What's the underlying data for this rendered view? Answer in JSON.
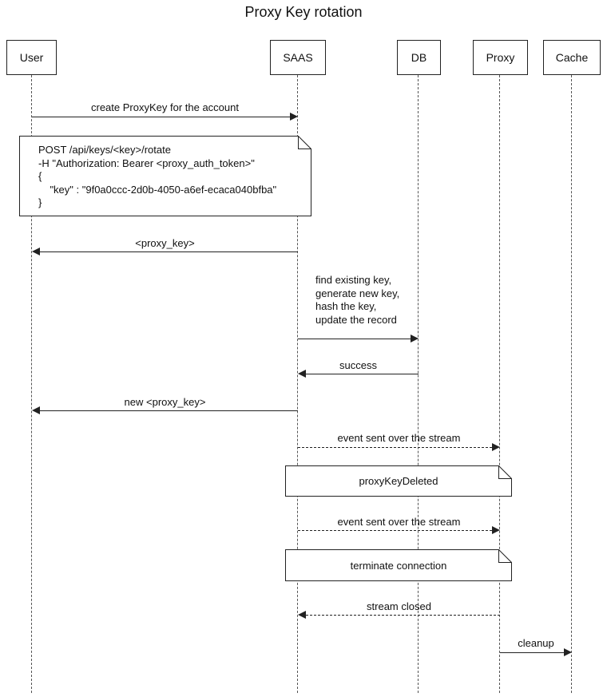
{
  "title": "Proxy Key rotation",
  "colors": {
    "line": "#222222",
    "background": "#ffffff",
    "text": "#111111"
  },
  "actors": [
    {
      "label": "User"
    },
    {
      "label": "SAAS"
    },
    {
      "label": "DB"
    },
    {
      "label": "Proxy"
    },
    {
      "label": "Cache"
    }
  ],
  "messages": [
    {
      "label": "create ProxyKey for the account",
      "from": "User",
      "to": "SAAS",
      "line": "solid"
    },
    {
      "label": "<proxy_key>",
      "from": "SAAS",
      "to": "User",
      "line": "solid"
    },
    {
      "label": "find existing key,\ngenerate new key,\nhash the key,\nupdate the record",
      "from": "SAAS",
      "to": "DB",
      "line": "solid"
    },
    {
      "label": "success",
      "from": "DB",
      "to": "SAAS",
      "line": "solid"
    },
    {
      "label": "new <proxy_key>",
      "from": "SAAS",
      "to": "User",
      "line": "solid"
    },
    {
      "label": "event sent over the stream",
      "from": "SAAS",
      "to": "Proxy",
      "line": "dashed"
    },
    {
      "label": "event sent over the stream",
      "from": "SAAS",
      "to": "Proxy",
      "line": "dashed"
    },
    {
      "label": "stream closed",
      "from": "Proxy",
      "to": "SAAS",
      "line": "dashed"
    },
    {
      "label": "cleanup",
      "from": "Proxy",
      "to": "Cache",
      "line": "solid"
    }
  ],
  "notes": {
    "request": {
      "lines": [
        "POST /api/keys/<key>/rotate",
        "-H \"Authorization: Bearer <proxy_auth_token>\"",
        "{",
        "    \"key\" : \"9f0a0ccc-2d0b-4050-a6ef-ecaca040bfba\"",
        "}"
      ]
    },
    "proxy_key_deleted": {
      "label": "proxyKeyDeleted"
    },
    "terminate_connection": {
      "label": "terminate connection"
    }
  }
}
